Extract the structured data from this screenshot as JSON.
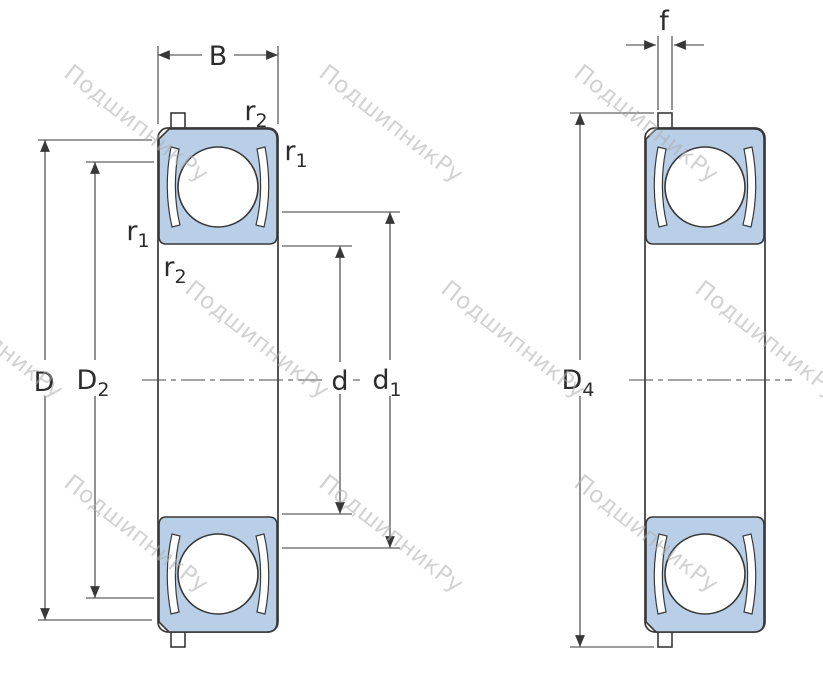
{
  "watermark": {
    "text": "ПодшипникРу"
  },
  "colors": {
    "bearing_fill": "#b9cfe8",
    "line": "#383838",
    "watermark": "#aeaeae"
  },
  "left_diagram": {
    "labels": {
      "width": "B",
      "outer_diameter": "D",
      "bore_diameter": "d",
      "seal_recess": {
        "base": "D",
        "sub": "2"
      },
      "shoulder": {
        "base": "d",
        "sub": "1"
      },
      "r2_top": {
        "base": "r",
        "sub": "2"
      },
      "r1_top": {
        "base": "r",
        "sub": "1"
      },
      "r1_side": {
        "base": "r",
        "sub": "1"
      },
      "r2_side": {
        "base": "r",
        "sub": "2"
      }
    }
  },
  "right_diagram": {
    "labels": {
      "snap_ring_width": "f",
      "snap_ring_diameter": {
        "base": "D",
        "sub": "4"
      }
    }
  }
}
